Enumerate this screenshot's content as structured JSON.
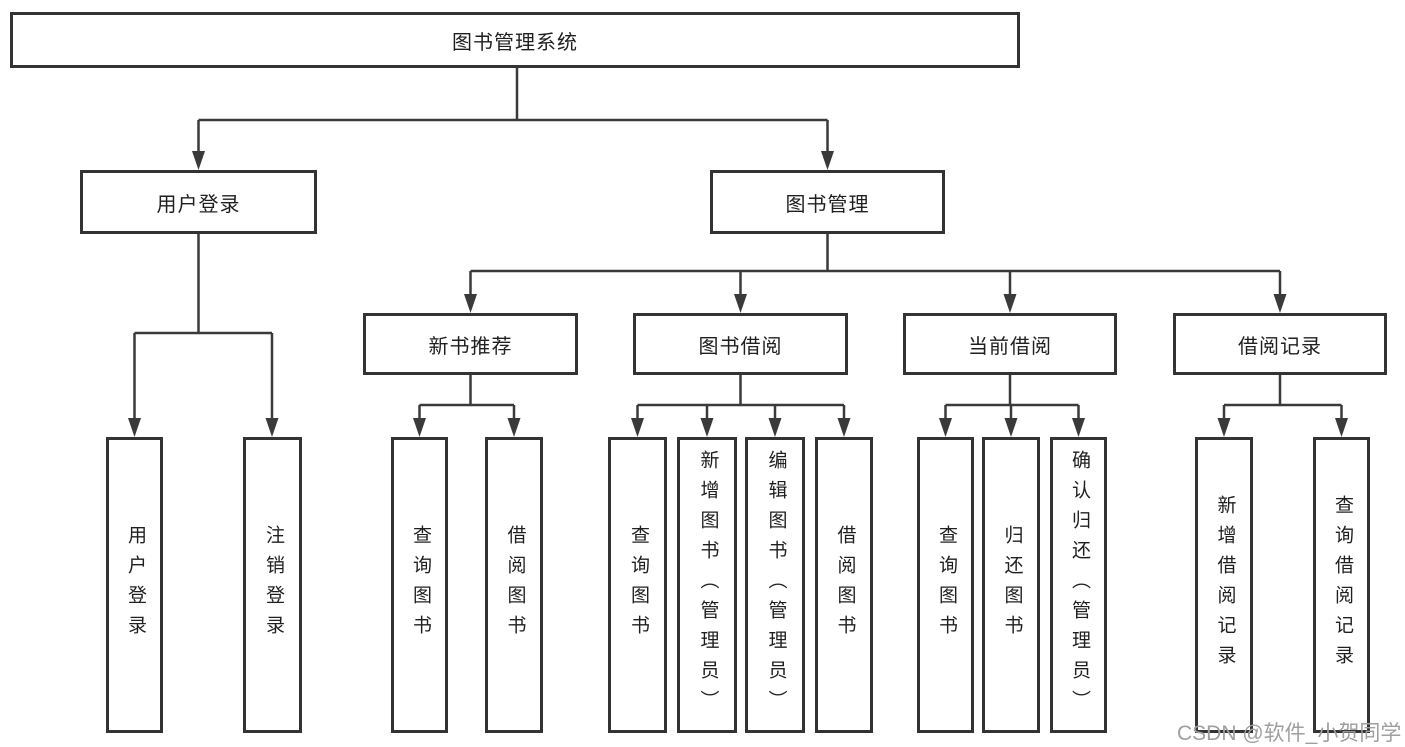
{
  "diagram": {
    "title_node": {
      "label": "图书管理系统"
    },
    "branches": [
      {
        "label": "用户登录",
        "children": [
          {
            "label": "用户登录"
          },
          {
            "label": "注销登录"
          }
        ]
      },
      {
        "label": "图书管理",
        "children": [
          {
            "label": "新书推荐",
            "children": [
              {
                "label": "查询图书"
              },
              {
                "label": "借阅图书"
              }
            ]
          },
          {
            "label": "图书借阅",
            "children": [
              {
                "label": "查询图书"
              },
              {
                "label": "新增图书（管理员）"
              },
              {
                "label": "编辑图书（管理员）"
              },
              {
                "label": "借阅图书"
              }
            ]
          },
          {
            "label": "当前借阅",
            "children": [
              {
                "label": "查询图书"
              },
              {
                "label": "归还图书"
              },
              {
                "label": "确认归还（管理员）"
              }
            ]
          },
          {
            "label": "借阅记录",
            "children": [
              {
                "label": "新增借阅记录"
              },
              {
                "label": "查询借阅记录"
              }
            ]
          }
        ]
      }
    ],
    "watermark": "CSDN @软件_小贺同学",
    "colors": {
      "line": "#3a3a3a",
      "border": "#333333",
      "text": "#1f1f1f",
      "watermark": "#9f9f9f",
      "background": "#ffffff"
    }
  }
}
